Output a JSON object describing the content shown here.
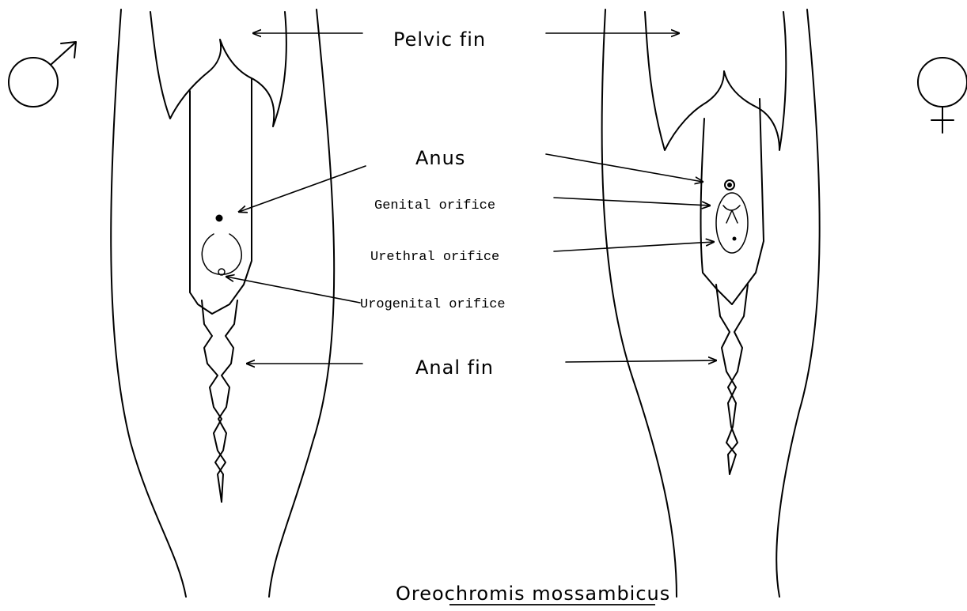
{
  "labels": {
    "pelvic_fin": "Pelvic fin",
    "anus": "Anus",
    "genital_orifice": "Genital orifice",
    "urethral_orifice": "Urethral orifice",
    "urogenital_orifice": "Urogenital orifice",
    "anal_fin": "Anal fin"
  },
  "title": {
    "prefix": "Oreoc",
    "underlined": "hromis mossambicus"
  },
  "symbols": {
    "male": "male-symbol",
    "female": "female-symbol"
  }
}
